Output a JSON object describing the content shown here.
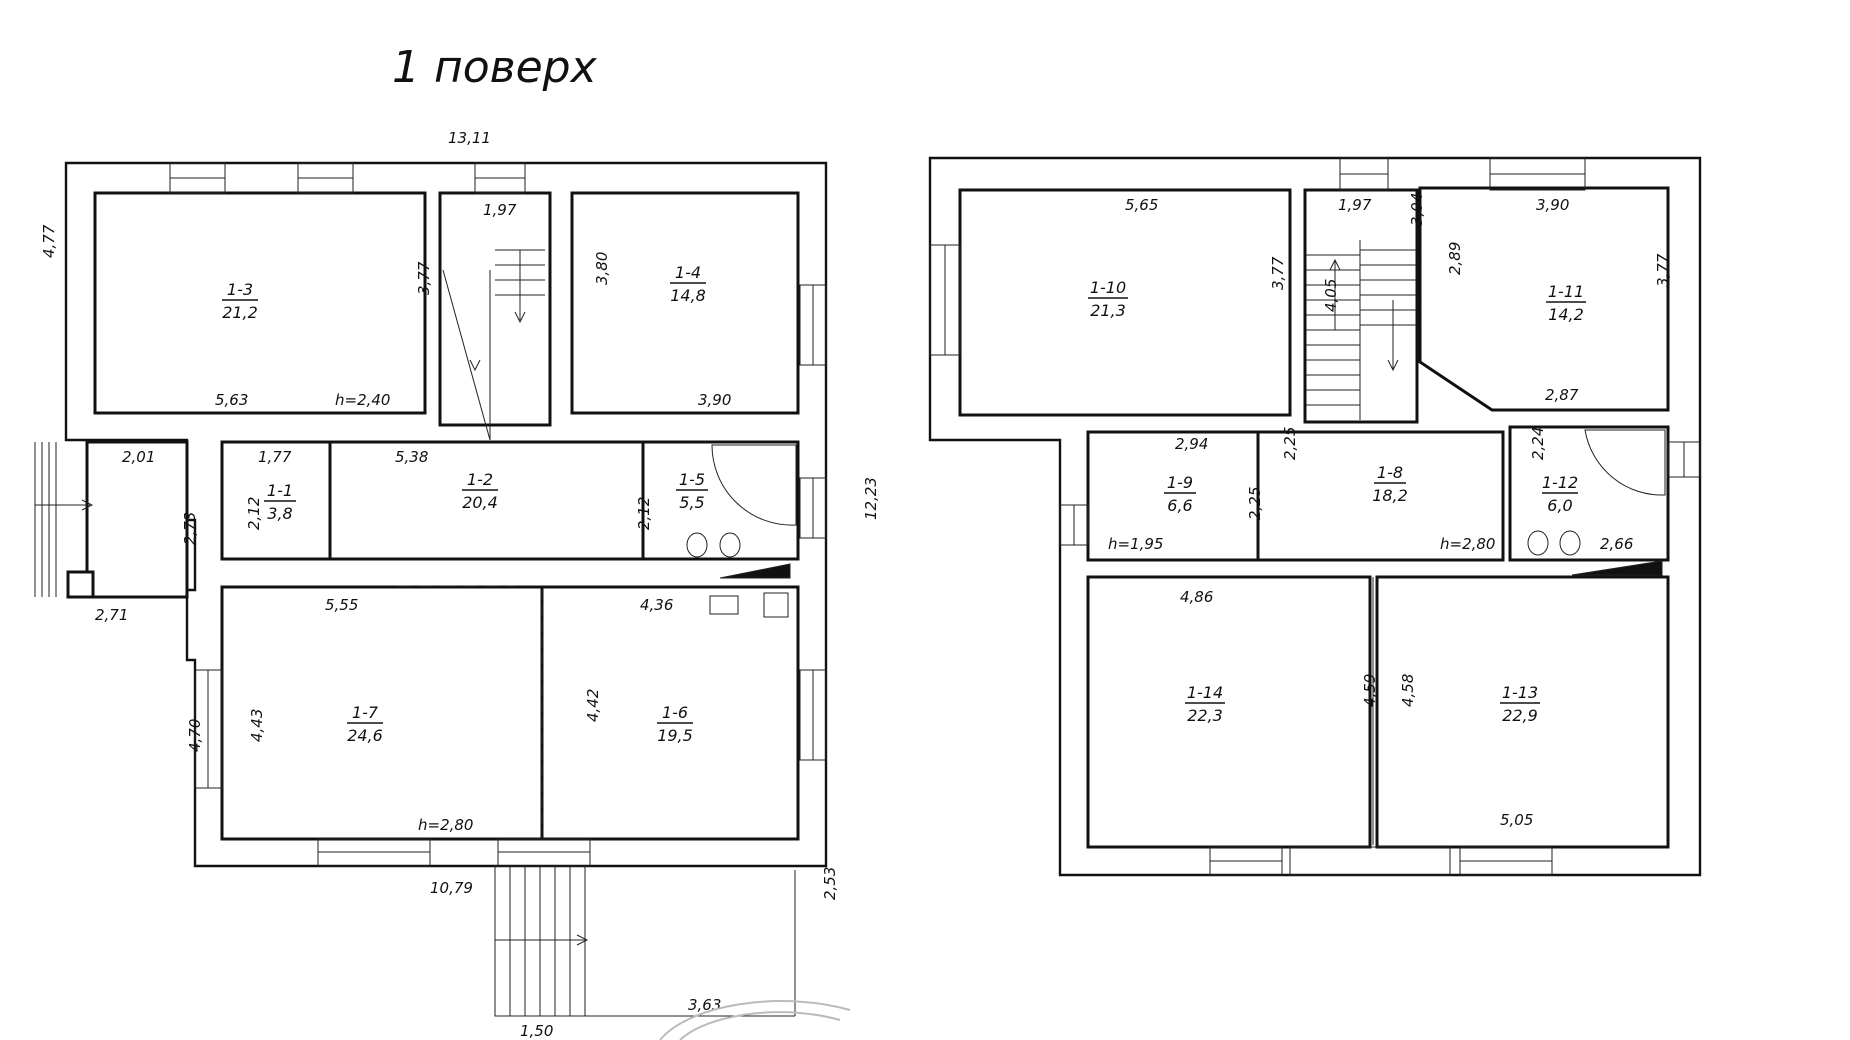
{
  "title": "1 поверх",
  "floor1": {
    "overall": {
      "top": "13,11",
      "left": "4,77",
      "right": "12,23",
      "bottom": "10,79",
      "porch_w": "2,71",
      "stair_w": "1,50",
      "stair_h": "2,53",
      "stair_d": "3,63"
    },
    "rooms": [
      {
        "id": "1-3",
        "area": "21,2"
      },
      {
        "id": "1-4",
        "area": "14,8"
      },
      {
        "id": "1-1",
        "area": "3,8"
      },
      {
        "id": "1-2",
        "area": "20,4"
      },
      {
        "id": "1-5",
        "area": "5,5"
      },
      {
        "id": "1-7",
        "area": "24,6"
      },
      {
        "id": "1-6",
        "area": "19,5"
      }
    ],
    "dims": {
      "r3_w": "5,63",
      "r3_h": "3,77",
      "r3_ceiling": "h=2,40",
      "stair_w": "1,97",
      "r4_h": "3,80",
      "r4_w": "3,90",
      "porch_w": "2,01",
      "r1_w": "1,77",
      "hall_w": "5,38",
      "r1_h": "2,12",
      "porch_h": "2,73",
      "r5_h": "2,12",
      "r7_w": "5,55",
      "r6_w": "4,36",
      "r7_h_outer": "4,70",
      "r7_h": "4,43",
      "r6_h": "4,42",
      "r7_ceiling": "h=2,80"
    }
  },
  "floor2": {
    "rooms": [
      {
        "id": "1-10",
        "area": "21,3"
      },
      {
        "id": "1-11",
        "area": "14,2"
      },
      {
        "id": "1-9",
        "area": "6,6"
      },
      {
        "id": "1-8",
        "area": "18,2"
      },
      {
        "id": "1-12",
        "area": "6,0"
      },
      {
        "id": "1-14",
        "area": "22,3"
      },
      {
        "id": "1-13",
        "area": "22,9"
      }
    ],
    "dims": {
      "r10_w": "5,65",
      "r10_h": "3,77",
      "stair_w": "1,97",
      "stair_h": "3,04",
      "stair_len": "4,05",
      "r11_w": "3,90",
      "r11_h": "3,77",
      "r11_side": "2,89",
      "r11_bottom": "2,87",
      "r9_w": "2,94",
      "r9_h1": "2,25",
      "r9_h2": "2,25",
      "r9_ceiling": "h=1,95",
      "r12_h": "2,24",
      "hall_ceiling": "h=2,80",
      "r12_w": "2,66",
      "r14_w": "4,86",
      "r14_h": "4,59",
      "r13_h": "4,58",
      "r13_w": "5,05"
    }
  }
}
